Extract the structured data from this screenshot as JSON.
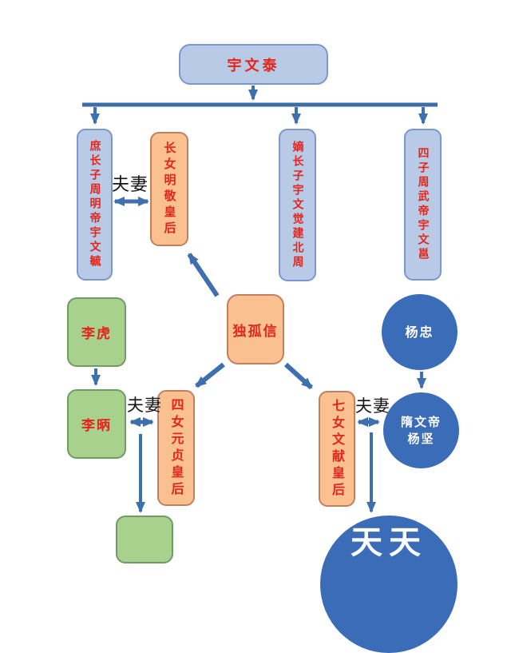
{
  "nodes": {
    "yuwentai": {
      "label": "宇文泰"
    },
    "shuzhangzi": {
      "label": "庶长子周明帝宇文毓"
    },
    "zhangnv": {
      "label": "长女明敬皇后"
    },
    "dizhangzi": {
      "label": "嫡长子宇文觉建北周"
    },
    "sizi": {
      "label": "四子周武帝宇文邕"
    },
    "dugexin": {
      "label": "独孤信"
    },
    "lihu": {
      "label": "李虎"
    },
    "libing": {
      "label": "李昞"
    },
    "sinv": {
      "label": "四女元贞皇后"
    },
    "qinv": {
      "label": "七女文献皇后"
    },
    "yangzhong": {
      "label": "杨忠"
    },
    "yangjian": {
      "label": "隋文帝杨坚"
    },
    "bottom_left_child": {
      "label": ""
    },
    "bottom_right_circle": {
      "label": "天天"
    }
  },
  "relationship_labels": {
    "couple1": "夫妻",
    "couple2": "夫妻",
    "couple3": "夫妻"
  },
  "edges": [
    {
      "from": "yuwentai",
      "to": "shuzhangzi",
      "type": "parent-child"
    },
    {
      "from": "yuwentai",
      "to": "dizhangzi",
      "type": "parent-child"
    },
    {
      "from": "yuwentai",
      "to": "sizi",
      "type": "parent-child"
    },
    {
      "from": "shuzhangzi",
      "to": "zhangnv",
      "type": "couple"
    },
    {
      "from": "dugexin",
      "to": "zhangnv",
      "type": "parent-child"
    },
    {
      "from": "dugexin",
      "to": "sinv",
      "type": "parent-child"
    },
    {
      "from": "dugexin",
      "to": "qinv",
      "type": "parent-child"
    },
    {
      "from": "lihu",
      "to": "libing",
      "type": "parent-child"
    },
    {
      "from": "libing",
      "to": "sinv",
      "type": "couple"
    },
    {
      "from": "libing",
      "to": "bottom_left_child",
      "type": "parent-child"
    },
    {
      "from": "yangzhong",
      "to": "yangjian",
      "type": "parent-child"
    },
    {
      "from": "yangjian",
      "to": "qinv",
      "type": "couple"
    },
    {
      "from": "yangjian",
      "to": "bottom_right_circle",
      "type": "parent-child"
    }
  ],
  "colors": {
    "blue_box_fill": "#b9cae7",
    "blue_box_border": "#7b97cd",
    "orange_box_fill": "#fac090",
    "orange_box_border": "#c08060",
    "green_box_fill": "#a9d18e",
    "green_box_border": "#6f9c63",
    "circle_fill": "#3b6cb8",
    "connector_blue": "#3e6fae",
    "node_text_red": "#e2261c",
    "couple_label_black": "#141414",
    "circle_text_white": "#ffffff"
  }
}
